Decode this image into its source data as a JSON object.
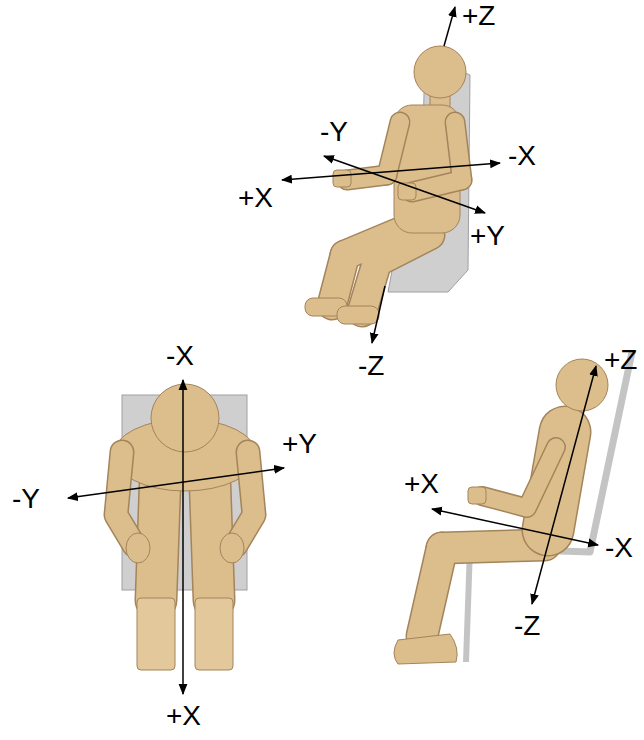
{
  "diagram": {
    "labels": [
      "+Z",
      "-Y",
      "-X",
      "+X",
      "+Y",
      "-Z",
      "-X",
      "+Y",
      "-Y",
      "+X",
      "+Z",
      "+X",
      "-X",
      "-Z"
    ]
  }
}
